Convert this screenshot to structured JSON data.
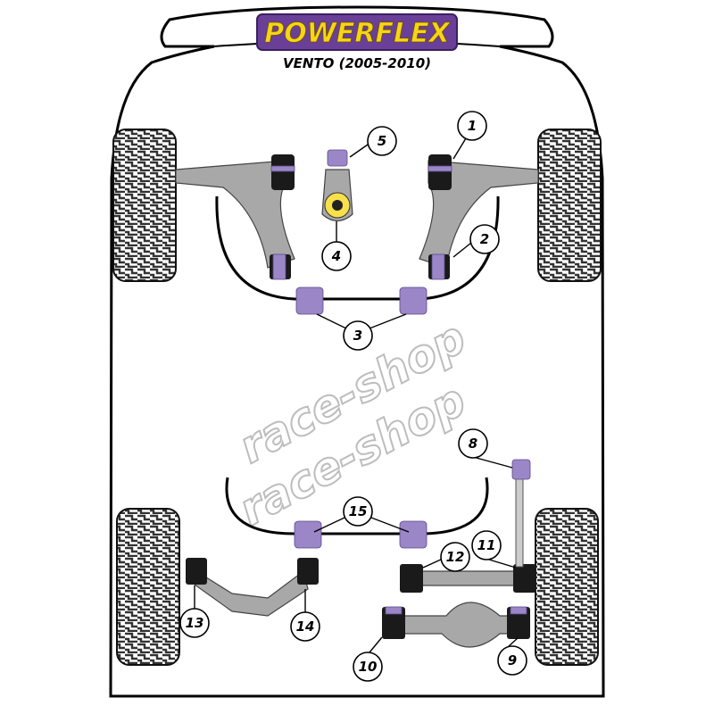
{
  "header": {
    "brand": "POWERFLEX",
    "model": "VENTO (2005-2010)"
  },
  "watermark": [
    "race-shop",
    "race-shop"
  ],
  "callouts": [
    "1",
    "2",
    "3",
    "4",
    "5",
    "8",
    "9",
    "10",
    "11",
    "12",
    "13",
    "14",
    "15"
  ],
  "colors": {
    "brand_purple": "#6a3f97",
    "brand_yellow": "#f7d417",
    "bush_purple": "#9b86c8",
    "arm_grey": "#a8a8a8"
  }
}
